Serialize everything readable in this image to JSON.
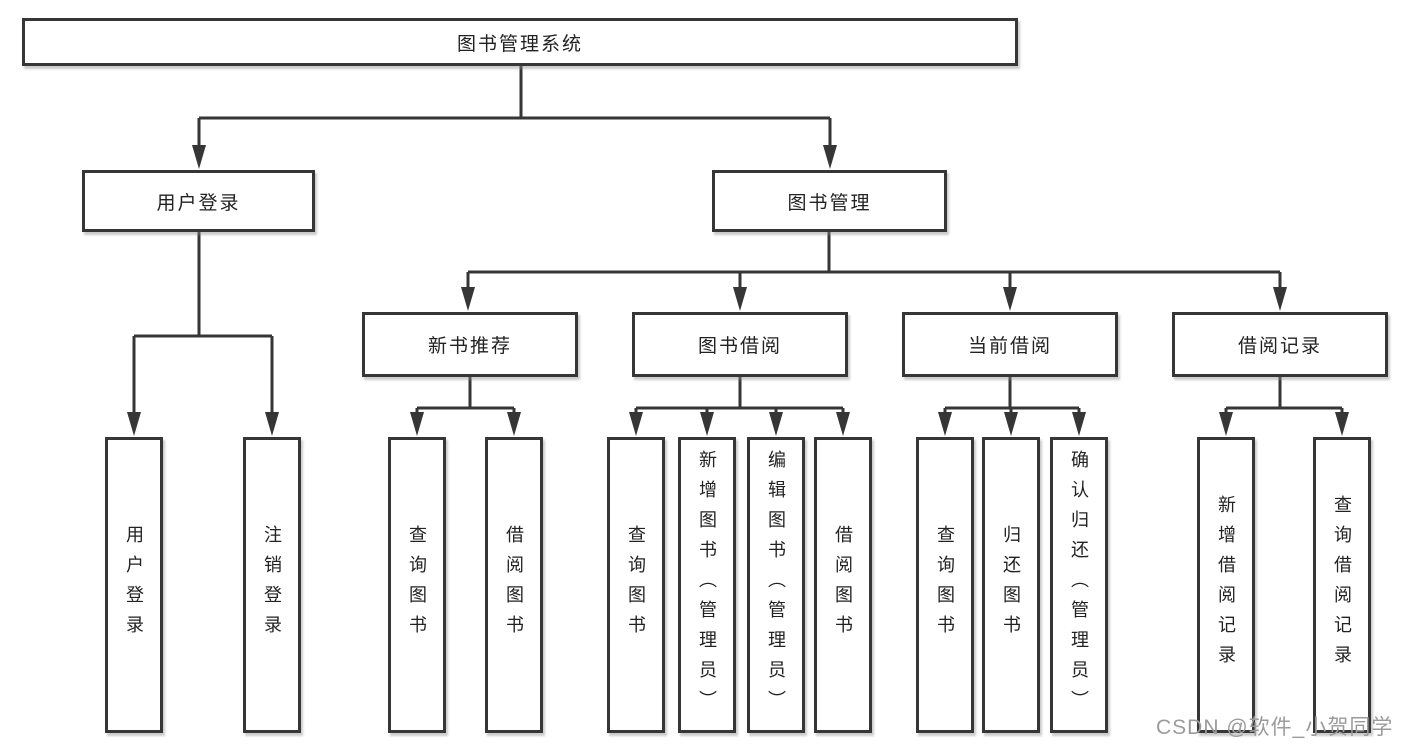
{
  "diagram": {
    "root": {
      "label": "图书管理系统"
    },
    "branches": [
      {
        "label": "用户登录",
        "children": [
          {
            "label": "用户登录"
          },
          {
            "label": "注销登录"
          }
        ]
      },
      {
        "label": "图书管理",
        "children": [
          {
            "label": "新书推荐",
            "children": [
              {
                "label": "查询图书"
              },
              {
                "label": "借阅图书"
              }
            ]
          },
          {
            "label": "图书借阅",
            "children": [
              {
                "label": "查询图书"
              },
              {
                "label": "新增图书（管理员）"
              },
              {
                "label": "编辑图书（管理员）"
              },
              {
                "label": "借阅图书"
              }
            ]
          },
          {
            "label": "当前借阅",
            "children": [
              {
                "label": "查询图书"
              },
              {
                "label": "归还图书"
              },
              {
                "label": "确认归还（管理员）"
              }
            ]
          },
          {
            "label": "借阅记录",
            "children": [
              {
                "label": "新增借阅记录"
              },
              {
                "label": "查询借阅记录"
              }
            ]
          }
        ]
      }
    ]
  },
  "watermark": {
    "text": "CSDN @软件_小贺同学"
  },
  "colors": {
    "line": "#363636",
    "box_border": "#363636",
    "text": "#222222",
    "watermark_text": "#9b9b9b",
    "background": "#ffffff"
  }
}
